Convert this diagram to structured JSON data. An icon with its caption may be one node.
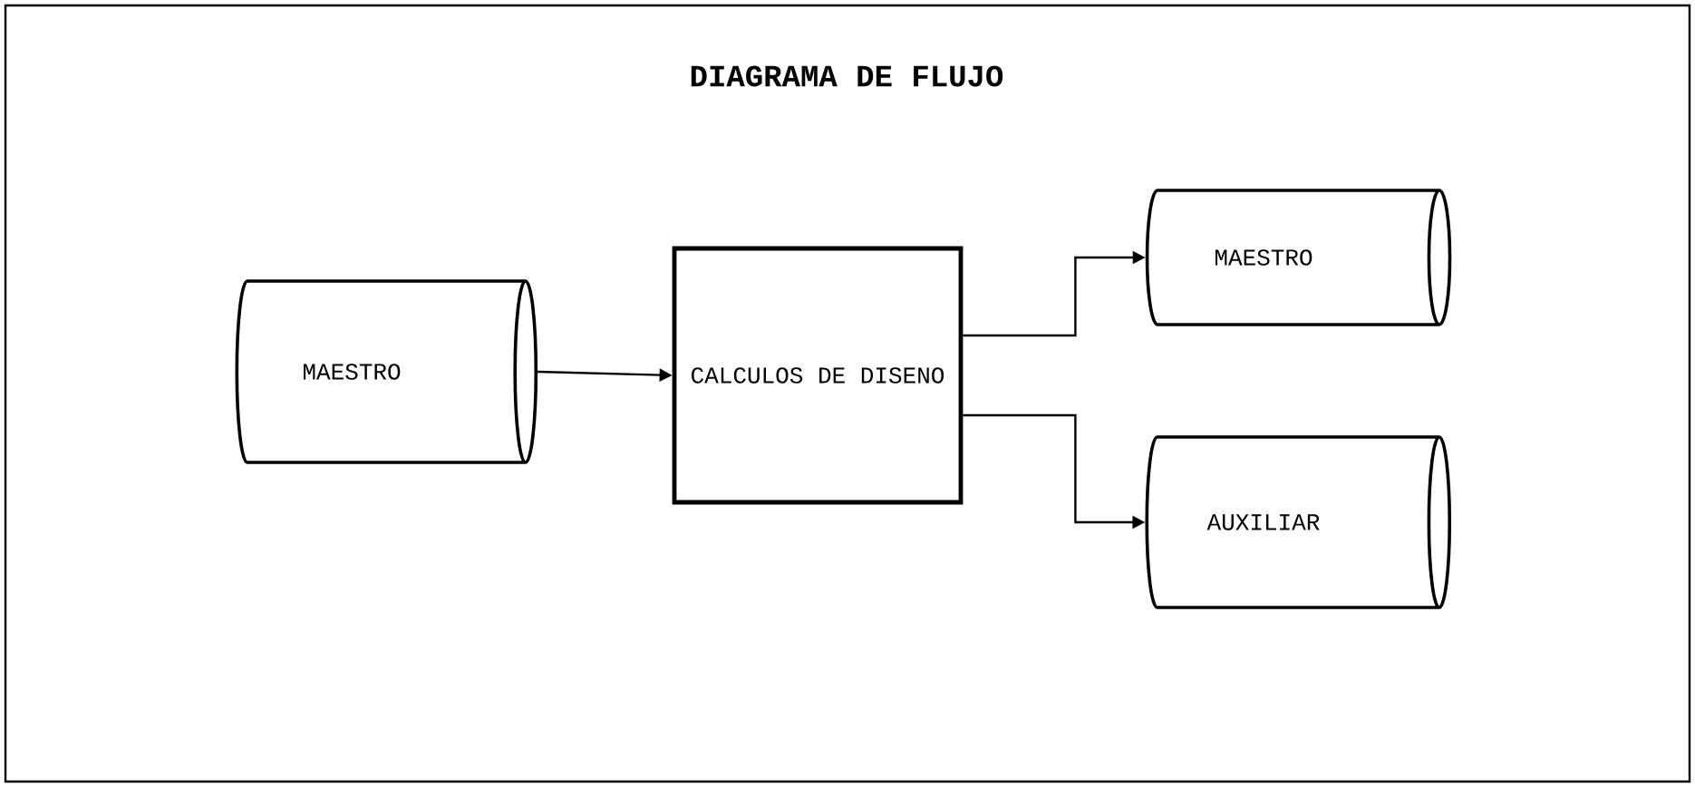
{
  "diagram": {
    "title": "DIAGRAMA DE FLUJO",
    "nodes": [
      {
        "text": [
          "MAESTRO"
        ]
      },
      {
        "text": [
          "CALCULOS DE DISENO"
        ]
      },
      {
        "text": [
          "MAESTRO"
        ]
      },
      {
        "text": [
          "AUXILIAR"
        ]
      }
    ],
    "edges": [
      {
        "from": 0,
        "to": 1,
        "arrow": "to"
      },
      {
        "from": 1,
        "to": 2,
        "arrow": "to"
      },
      {
        "from": 1,
        "to": 3,
        "arrow": "to"
      }
    ]
  }
}
